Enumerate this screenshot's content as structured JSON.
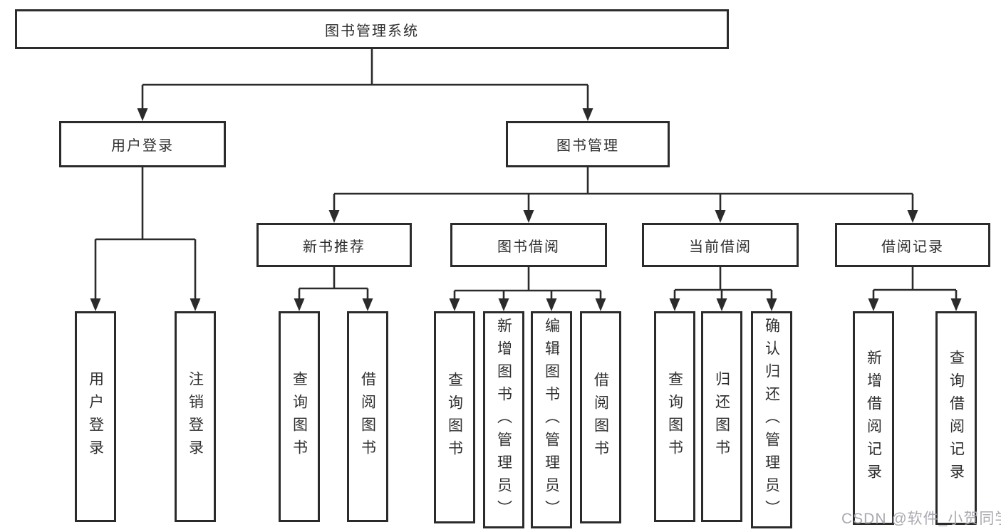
{
  "diagram": {
    "root": {
      "label": "图书管理系统"
    },
    "branches": [
      {
        "label": "用户登录",
        "children": [
          {
            "label": "用户登录"
          },
          {
            "label": "注销登录"
          }
        ]
      },
      {
        "label": "图书管理",
        "children": [
          {
            "label": "新书推荐",
            "children": [
              {
                "label": "查询图书"
              },
              {
                "label": "借阅图书"
              }
            ]
          },
          {
            "label": "图书借阅",
            "children": [
              {
                "label": "查询图书"
              },
              {
                "label": "新增图书（管理员）"
              },
              {
                "label": "编辑图书（管理员）"
              },
              {
                "label": "借阅图书"
              }
            ]
          },
          {
            "label": "当前借阅",
            "children": [
              {
                "label": "查询图书"
              },
              {
                "label": "归还图书"
              },
              {
                "label": "确认归还（管理员）"
              }
            ]
          },
          {
            "label": "借阅记录",
            "children": [
              {
                "label": "新增借阅记录"
              },
              {
                "label": "查询借阅记录"
              }
            ]
          }
        ]
      }
    ],
    "watermark": "CSDN @软件_小贺同学",
    "colors": {
      "line": "#2b2b2b",
      "box_border": "#2b2b2b",
      "text": "#2f2f2f",
      "watermark": "#a9a9b1",
      "background": "#ffffff"
    }
  }
}
